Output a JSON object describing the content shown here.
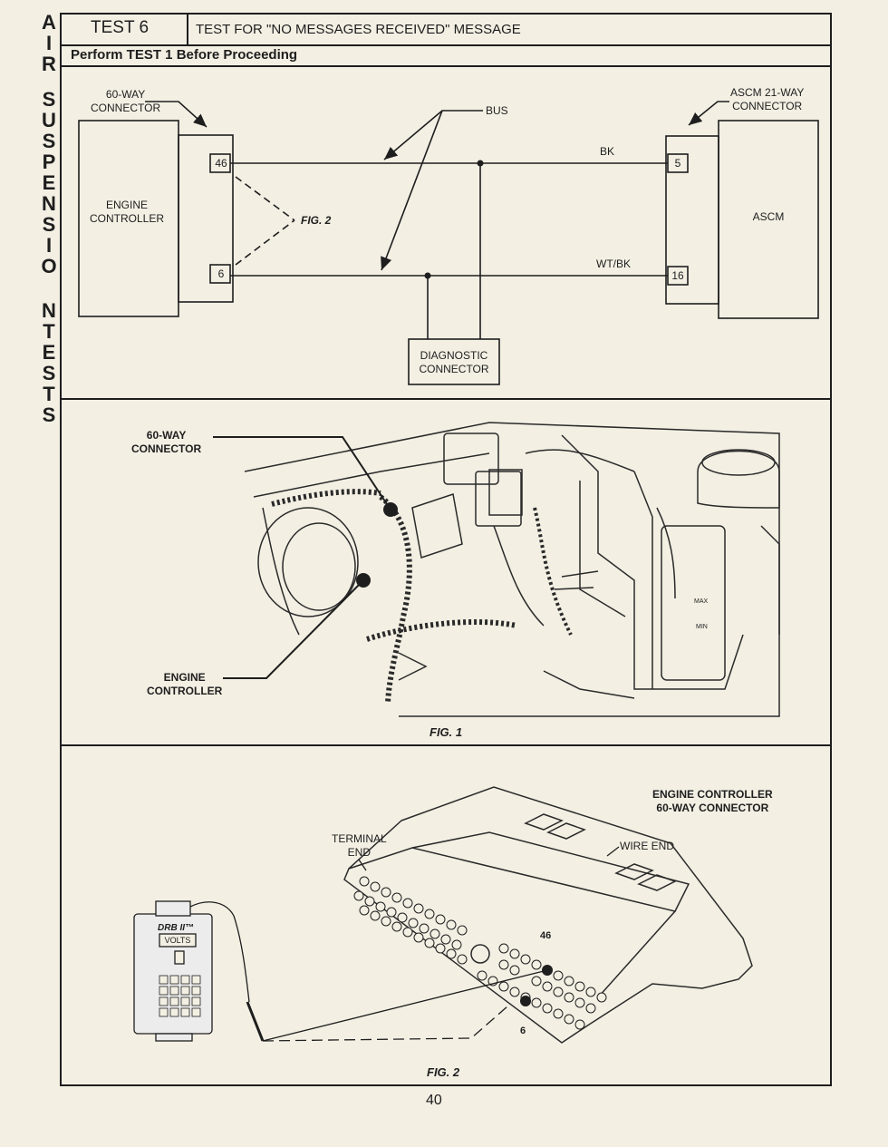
{
  "side_title": [
    "A",
    "I",
    "R",
    "S",
    "U",
    "S",
    "P",
    "E",
    "N",
    "S",
    "I",
    "O",
    "N",
    "T",
    "E",
    "S",
    "T",
    "S"
  ],
  "header": {
    "test_label": "TEST 6",
    "title": "TEST FOR \"NO MESSAGES RECEIVED\" MESSAGE",
    "subtitle": "Perform TEST 1 Before Proceeding"
  },
  "schematic": {
    "left_connector_label": "60-WAY\nCONNECTOR",
    "engine_controller_label": "ENGINE\nCONTROLLER",
    "pin_46": "46",
    "pin_6": "6",
    "fig_ref": "FIG. 2",
    "bus_label": "BUS",
    "wire_bk": "BK",
    "wire_wtbk": "WT/BK",
    "right_connector_label": "ASCM 21-WAY\nCONNECTOR",
    "pin_5": "5",
    "pin_16": "16",
    "ascm_label": "ASCM",
    "diagnostic_label": "DIAGNOSTIC\nCONNECTOR"
  },
  "fig1": {
    "connector_label": "60-WAY\nCONNECTOR",
    "controller_label": "ENGINE\nCONTROLLER",
    "caption": "FIG. 1",
    "reservoir_max": "MAX",
    "reservoir_min": "MIN"
  },
  "fig2": {
    "connector_title": "ENGINE CONTROLLER\n60-WAY CONNECTOR",
    "terminal_end": "TERMINAL\nEND",
    "wire_end": "WIRE END",
    "pin_46": "46",
    "pin_6": "6",
    "meter_brand": "DRB II™",
    "meter_display": "VOLTS",
    "caption": "FIG. 2"
  },
  "page_number": "40"
}
